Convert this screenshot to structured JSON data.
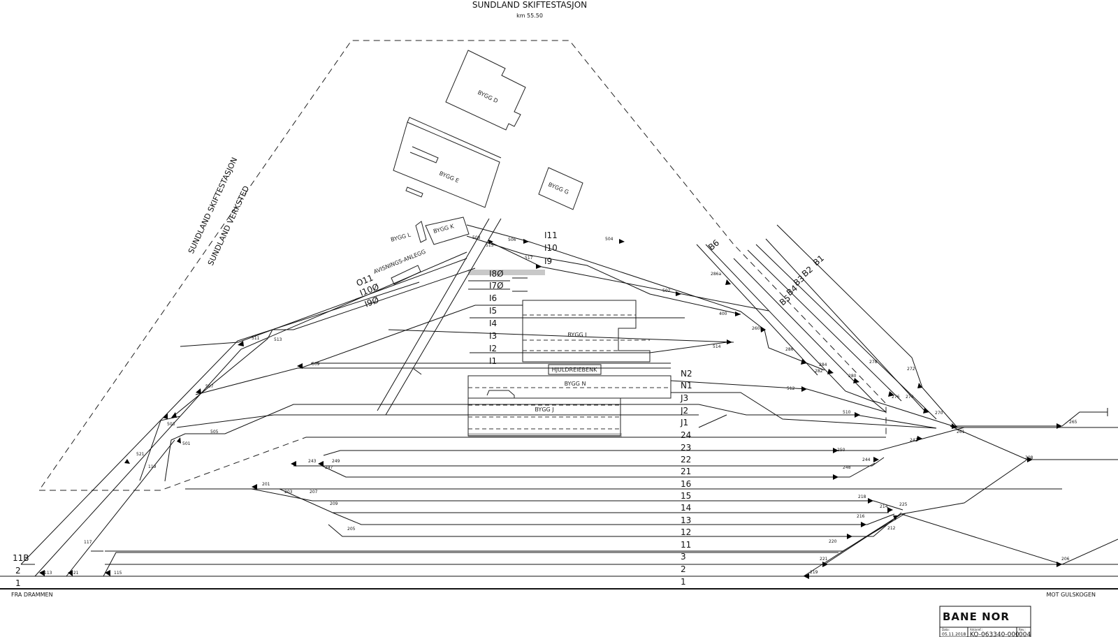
{
  "header": {
    "title": "SUNDLAND SKIFTESTASJON",
    "km": "km 55.50"
  },
  "site_labels": {
    "verksted_area": "SUNDLAND SKIFTESTASJON",
    "verksted_sub": "SUNDLAND VERKSTED"
  },
  "directions": {
    "left": "FRA DRAMMEN",
    "right": "MOT GULSKOGEN"
  },
  "buildings": {
    "bygg_d": "BYGG D",
    "bygg_e": "BYGG E",
    "bygg_g": "BYGG G",
    "bygg_k": "BYGG K",
    "bygg_l": "BYGG L",
    "bygg_i": "BYGG I",
    "bygg_n": "BYGG N",
    "bygg_j": "BYGG J",
    "avisning": "AVISNINGS-ANLEGG",
    "hjuldreiebenk": "HJULDREIEBENK"
  },
  "tracks": {
    "t_I11": "I11",
    "t_I10": "I10",
    "t_I9": "I9",
    "t_I8": "I8Ø",
    "t_I7": "I7Ø",
    "t_I6": "I6",
    "t_I5": "I5",
    "t_I4": "I4",
    "t_I3": "I3",
    "t_I2": "I2",
    "t_I1": "I1",
    "t_N2": "N2",
    "t_N1": "N1",
    "t_J3": "J3",
    "t_J2": "J2",
    "t_J1": "J1",
    "t_24": "24",
    "t_23": "23",
    "t_22": "22",
    "t_21": "21",
    "t_16": "16",
    "t_15": "15",
    "t_14": "14",
    "t_13": "13",
    "t_12": "12",
    "t_11": "11",
    "t_3": "3",
    "t_2": "2",
    "t_1": "1",
    "t_11B_left": "11B",
    "t_2_left": "2",
    "t_1_left": "1",
    "t_O11": "O11",
    "t_I10_angled": "I10Ø",
    "t_I9_angled": "I9Ø",
    "t_B1": "B1",
    "t_B2": "B2",
    "t_B3": "B3",
    "t_B4": "B4",
    "t_B5": "B5",
    "t_B6": "B6"
  },
  "switches": {
    "s113": "113",
    "s121": "121",
    "s115": "115",
    "s117": "117",
    "s119": "119",
    "s521": "521",
    "s501": "501",
    "s503": "503",
    "s505": "505",
    "s507": "507",
    "s509": "509",
    "s511": "511",
    "s513": "513",
    "s508": "508",
    "s515": "515",
    "s506": "506",
    "s517": "517",
    "s504": "504",
    "s502": "502",
    "s400": "400",
    "s260": "260",
    "s286a": "286a",
    "s514": "514",
    "s286": "286",
    "s284": "284",
    "s282": "282",
    "s280": "280",
    "s278": "278",
    "s276": "276",
    "s274": "274",
    "s272": "272",
    "s270": "270",
    "s261": "261",
    "s265": "265",
    "s208": "208",
    "s206": "206",
    "s512": "512",
    "s510": "510",
    "s242": "242",
    "s250": "250",
    "s244": "244",
    "s248": "248",
    "s243": "243",
    "s249": "249",
    "s247": "247",
    "s201": "201",
    "s203": "203",
    "s207": "207",
    "s209": "209",
    "s205": "205",
    "s218": "218",
    "s214": "214",
    "s225": "225",
    "s216": "216",
    "s212": "212",
    "s220": "220",
    "s221": "221",
    "s219": "219"
  },
  "title_block": {
    "logo": "BANE NOR",
    "date_caption": "Dato:",
    "date": "05.11.2018",
    "ref_caption": "Arkivref.:",
    "ref": "KO-063340-000",
    "rev_caption": "Rev.:",
    "rev": "004"
  }
}
